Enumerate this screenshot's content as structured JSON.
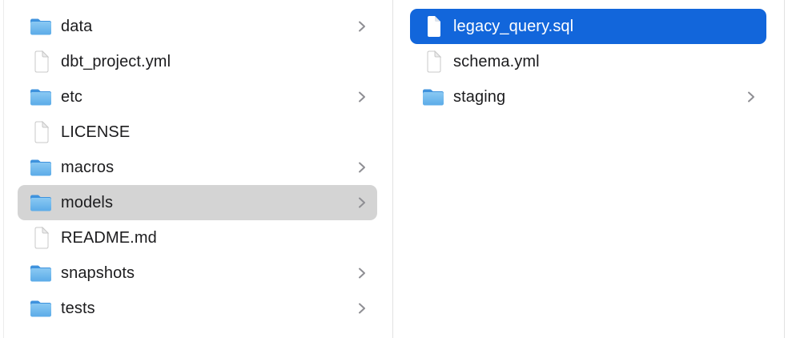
{
  "app": {
    "view": "file-browser-column-view"
  },
  "colors": {
    "background": "#ffffff",
    "selection_blue": "#1266db",
    "selection_gray": "#d4d4d4",
    "divider": "#e2e2e2",
    "text": "#1c1c1e",
    "text_selected": "#ffffff",
    "chevron": "#8e8e93",
    "folder_tab": "#3e92dd",
    "folder_body_top": "#8ac9f3",
    "folder_body_bottom": "#5babe8"
  },
  "icons": {
    "folder": "folder-icon",
    "file": "document-icon",
    "chevron": "chevron-right-icon"
  },
  "columns": [
    {
      "name": "left",
      "items": [
        {
          "label": "data",
          "type": "folder",
          "chevron": true,
          "selected": false
        },
        {
          "label": "dbt_project.yml",
          "type": "file",
          "chevron": false,
          "selected": false
        },
        {
          "label": "etc",
          "type": "folder",
          "chevron": true,
          "selected": false
        },
        {
          "label": "LICENSE",
          "type": "file",
          "chevron": false,
          "selected": false
        },
        {
          "label": "macros",
          "type": "folder",
          "chevron": true,
          "selected": false
        },
        {
          "label": "models",
          "type": "folder",
          "chevron": true,
          "selected": true
        },
        {
          "label": "README.md",
          "type": "file",
          "chevron": false,
          "selected": false
        },
        {
          "label": "snapshots",
          "type": "folder",
          "chevron": true,
          "selected": false
        },
        {
          "label": "tests",
          "type": "folder",
          "chevron": true,
          "selected": false
        }
      ]
    },
    {
      "name": "right",
      "items": [
        {
          "label": "legacy_query.sql",
          "type": "file",
          "chevron": false,
          "selected": true
        },
        {
          "label": "schema.yml",
          "type": "file",
          "chevron": false,
          "selected": false
        },
        {
          "label": "staging",
          "type": "folder",
          "chevron": true,
          "selected": false
        }
      ]
    }
  ]
}
